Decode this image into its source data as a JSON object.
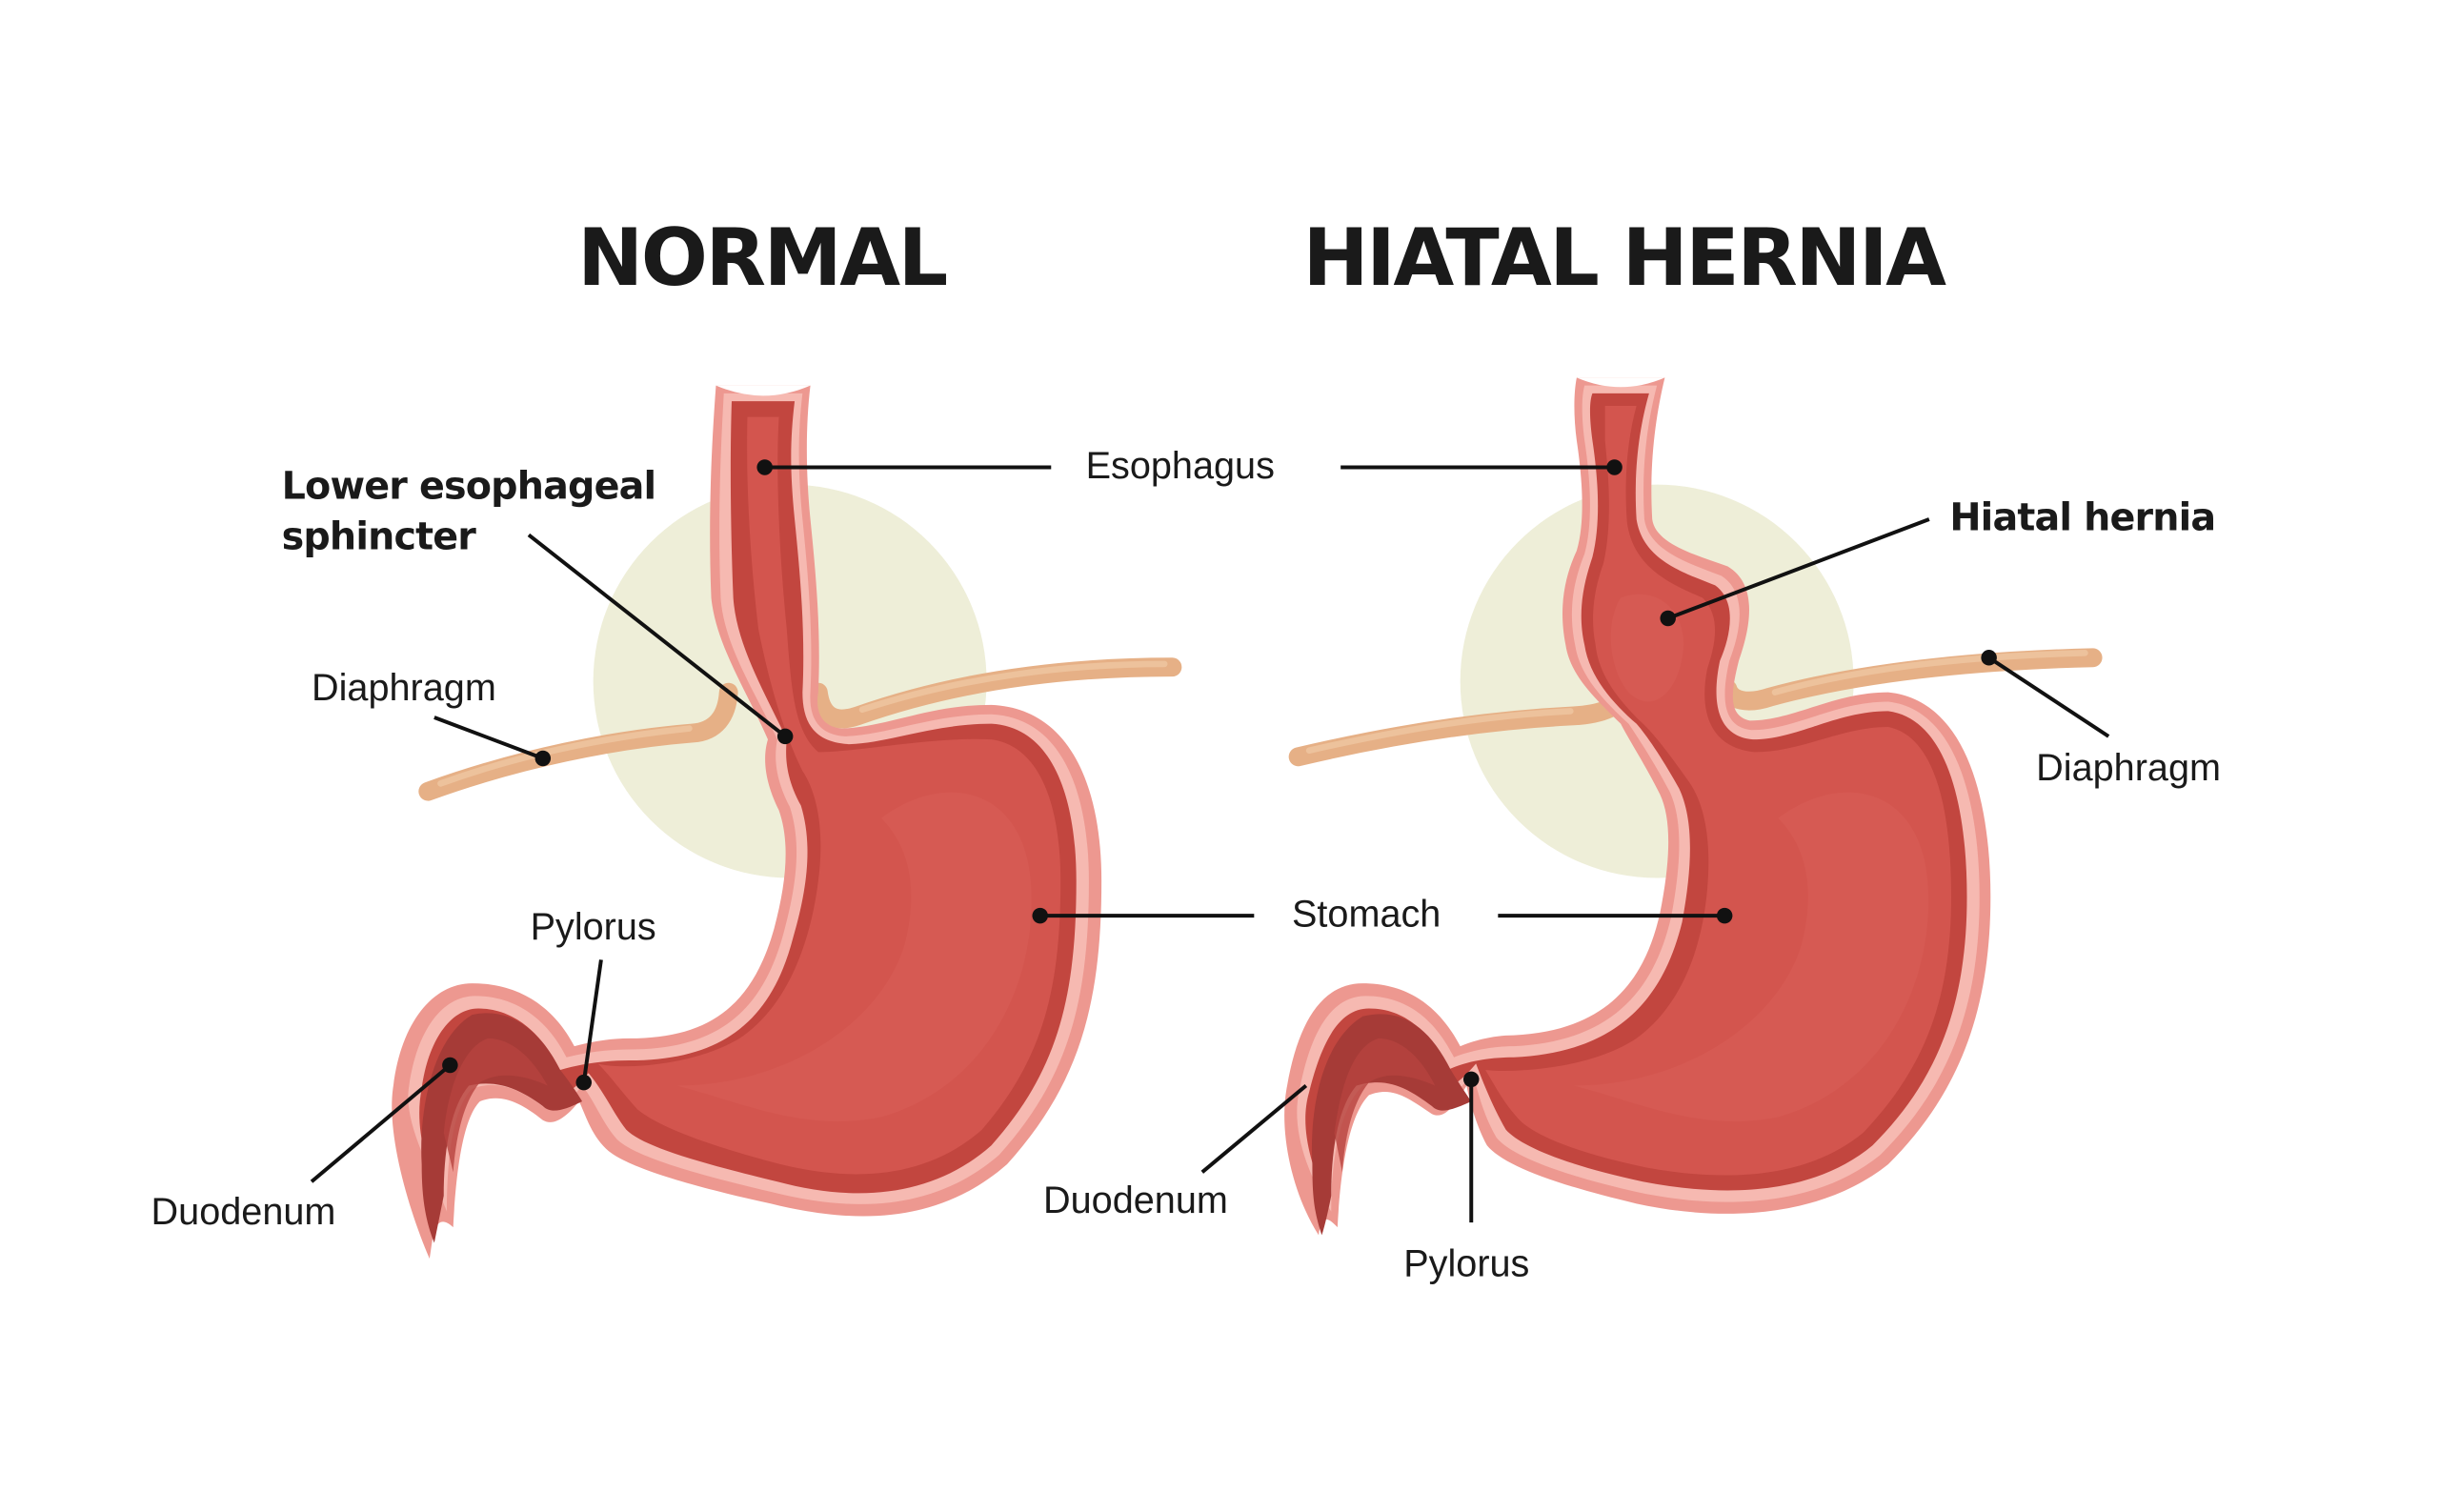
{
  "diagram": {
    "panels": [
      {
        "id": "normal",
        "title": "NORMAL",
        "labels": {
          "lower_esophageal_sphincter_line1": "Lower esophageal",
          "lower_esophageal_sphincter_line2": "sphincter",
          "diaphragm": "Diaphragm",
          "pylorus": "Pylorus",
          "duodenum": "Duodenum"
        }
      },
      {
        "id": "hiatal-hernia",
        "title": "HIATAL HERNIA",
        "labels": {
          "hiatal_hernia": "Hiatal hernia",
          "diaphragm": "Diaphragm",
          "duodenum": "Duodenum",
          "pylorus": "Pylorus"
        }
      }
    ],
    "shared_labels": {
      "esophagus": "Esophagus",
      "stomach": "Stomach"
    },
    "colors": {
      "organ_outer": "#ed9890",
      "organ_mucosa": "#f6b9b1",
      "organ_wall": "#c2463f",
      "organ_lumen": "#d3554e",
      "duodenum": "#a63b37",
      "diaphragm": "#e6b086",
      "halo": "#eeeed8",
      "text": "#1a1a1a"
    }
  }
}
